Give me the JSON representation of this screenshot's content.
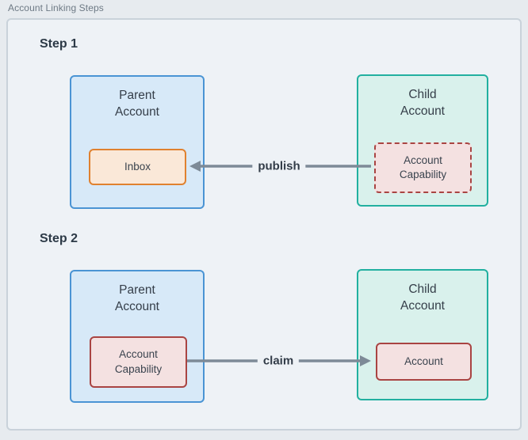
{
  "diagram": {
    "title": "Account Linking Steps",
    "colors": {
      "parent_box_bg": "#d7e9f8",
      "parent_box_border": "#4a94d4",
      "child_box_bg": "#d9f1ec",
      "child_box_border": "#22b0a0",
      "inbox_bg": "#fae8d8",
      "inbox_border": "#e0812f",
      "capability_bg": "#f4e1e1",
      "capability_border": "#a94442",
      "arrow": "#7d8a97"
    },
    "steps": [
      {
        "label": "Step 1",
        "parent_node": {
          "title": "Parent\nAccount",
          "inner": "Inbox"
        },
        "child_node": {
          "title": "Child\nAccount",
          "inner": "Account\nCapability",
          "inner_style": "dashed"
        },
        "edge": {
          "label": "publish",
          "direction": "left"
        }
      },
      {
        "label": "Step 2",
        "parent_node": {
          "title": "Parent\nAccount",
          "inner": "Account\nCapability"
        },
        "child_node": {
          "title": "Child\nAccount",
          "inner": "Account"
        },
        "edge": {
          "label": "claim",
          "direction": "right"
        }
      }
    ]
  }
}
